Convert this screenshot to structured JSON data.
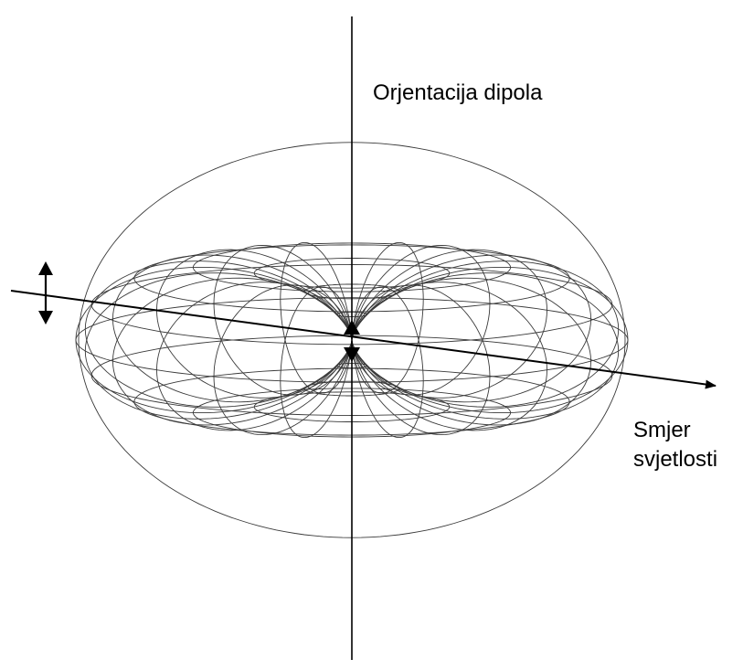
{
  "labels": {
    "dipole_orientation": "Orjentacija dipola",
    "light_direction_line1": "Smjer",
    "light_direction_line2": "svjetlosti"
  },
  "colors": {
    "background": "#ffffff",
    "ink": "#000000",
    "mesh": "#3a3a3a"
  }
}
